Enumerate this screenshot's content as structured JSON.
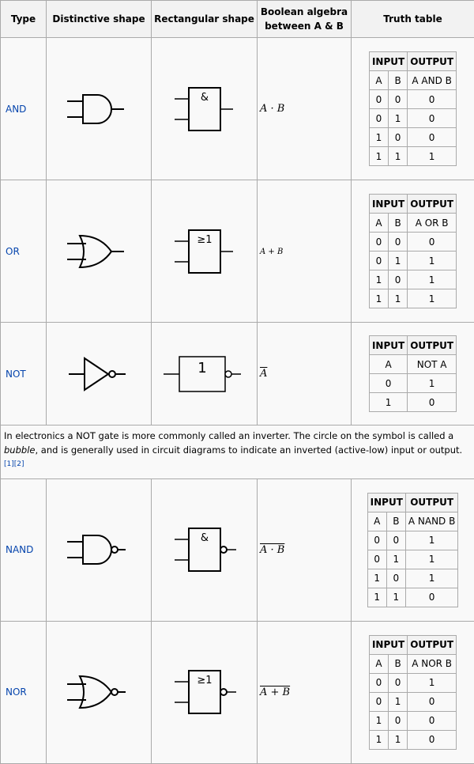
{
  "headers": {
    "type": "Type",
    "distinctive": "Distinctive shape",
    "rectangular": "Rectangular shape",
    "boolean_line1": "Boolean algebra",
    "boolean_line2": "between A & B",
    "truth": "Truth table"
  },
  "gates": {
    "and": {
      "name": "AND",
      "rect_label": "&",
      "expr": "A · B",
      "tt": {
        "input": "INPUT",
        "output": "OUTPUT",
        "cols": [
          "A",
          "B",
          "A AND B"
        ],
        "rows": [
          [
            "0",
            "0",
            "0"
          ],
          [
            "0",
            "1",
            "0"
          ],
          [
            "1",
            "0",
            "0"
          ],
          [
            "1",
            "1",
            "1"
          ]
        ]
      }
    },
    "or": {
      "name": "OR",
      "rect_label": "≥1",
      "expr": "A + B",
      "tt": {
        "input": "INPUT",
        "output": "OUTPUT",
        "cols": [
          "A",
          "B",
          "A OR B"
        ],
        "rows": [
          [
            "0",
            "0",
            "0"
          ],
          [
            "0",
            "1",
            "1"
          ],
          [
            "1",
            "0",
            "1"
          ],
          [
            "1",
            "1",
            "1"
          ]
        ]
      }
    },
    "not": {
      "name": "NOT",
      "rect_label": "1",
      "expr": "A",
      "tt": {
        "input": "INPUT",
        "output": "OUTPUT",
        "cols": [
          "A",
          "NOT A"
        ],
        "rows": [
          [
            "0",
            "1"
          ],
          [
            "1",
            "0"
          ]
        ]
      }
    },
    "nand": {
      "name": "NAND",
      "rect_label": "&",
      "expr": "A · B",
      "tt": {
        "input": "INPUT",
        "output": "OUTPUT",
        "cols": [
          "A",
          "B",
          "A NAND B"
        ],
        "rows": [
          [
            "0",
            "0",
            "1"
          ],
          [
            "0",
            "1",
            "1"
          ],
          [
            "1",
            "0",
            "1"
          ],
          [
            "1",
            "1",
            "0"
          ]
        ]
      }
    },
    "nor": {
      "name": "NOR",
      "rect_label": "≥1",
      "expr": "A + B",
      "tt": {
        "input": "INPUT",
        "output": "OUTPUT",
        "cols": [
          "A",
          "B",
          "A NOR B"
        ],
        "rows": [
          [
            "0",
            "0",
            "1"
          ],
          [
            "0",
            "1",
            "0"
          ],
          [
            "1",
            "0",
            "0"
          ],
          [
            "1",
            "1",
            "0"
          ]
        ]
      }
    }
  },
  "note": {
    "part1": "In electronics a NOT gate is more commonly called an inverter. The circle on the symbol is called a ",
    "italic": "bubble",
    "part2": ", and is generally used in circuit diagrams to indicate an inverted (active-low) input or output.",
    "ref1": "[1]",
    "ref2": "[2]"
  }
}
